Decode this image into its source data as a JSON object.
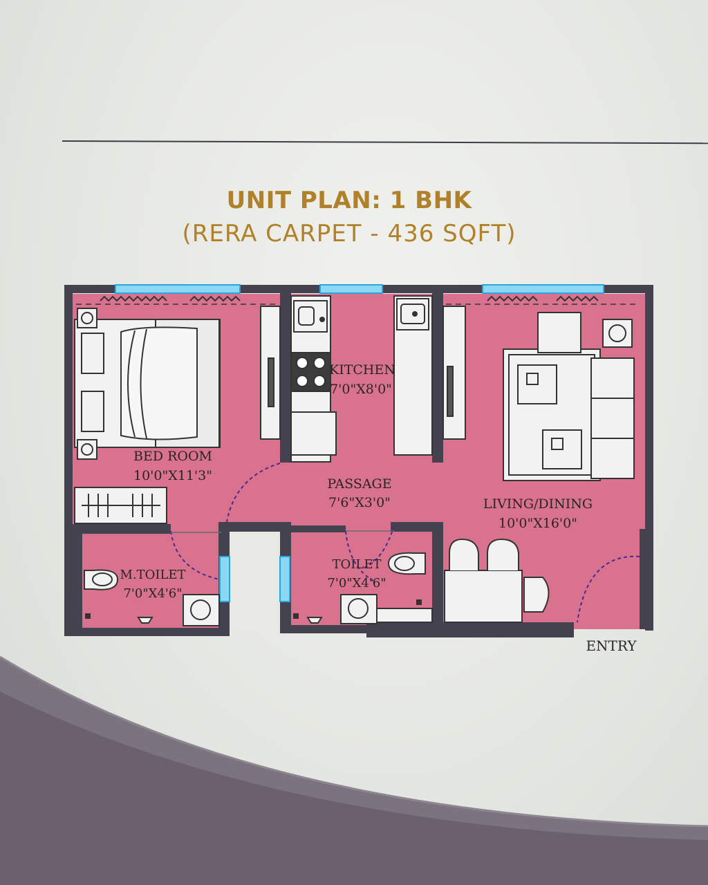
{
  "heading": {
    "title": "UNIT PLAN: 1 BHK",
    "subtitle": "(RERA CARPET - 436 SQFT)"
  },
  "rooms": {
    "bedroom": {
      "name": "BED ROOM",
      "size": "10'0\"X11'3\""
    },
    "kitchen": {
      "name": "KITCHEN",
      "size": "7'0\"X8'0\""
    },
    "passage": {
      "name": "PASSAGE",
      "size": "7'6\"X3'0\""
    },
    "living": {
      "name": "LIVING/DINING",
      "size": "10'0\"X16'0\""
    },
    "mtoilet": {
      "name": "M.TOILET",
      "size": "7'0\"X4'6\""
    },
    "toilet": {
      "name": "TOILET",
      "size": "7'0\"X4'6\""
    }
  },
  "entry_label": "ENTRY",
  "colors": {
    "floor": "#d9728f",
    "wall": "#454250",
    "window": "#5ec8ef",
    "heading": "#b0812a",
    "paper": "#e8e9e5"
  }
}
